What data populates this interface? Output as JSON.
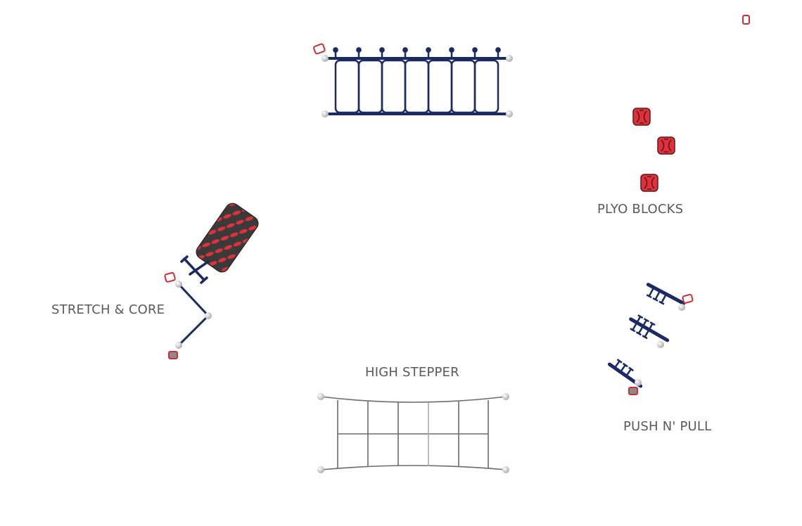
{
  "stations": {
    "plyo_blocks": {
      "label": "PLYO BLOCKS"
    },
    "stretch_core": {
      "label": "STRETCH & CORE"
    },
    "high_stepper": {
      "label": "HIGH STEPPER"
    },
    "push_pull": {
      "label": "PUSH N' PULL"
    }
  },
  "colors": {
    "frame": "#1b2a63",
    "pad": "#e0313a",
    "pad_dark": "#5a1a1d",
    "cap": "#d9d9d9",
    "sign": "#d22d35",
    "net": "#6b6b6b",
    "label": "#5a5a5a"
  }
}
